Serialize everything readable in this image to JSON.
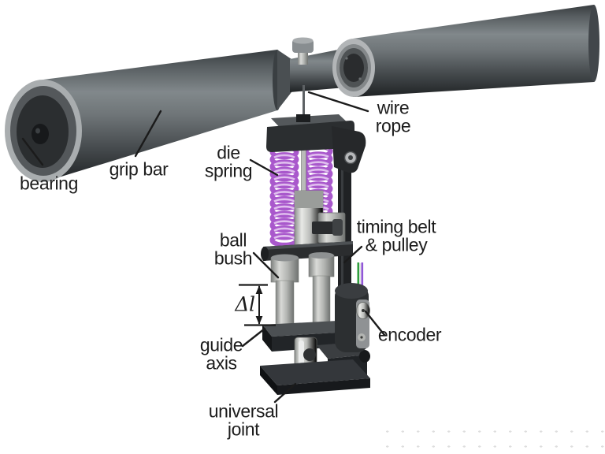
{
  "diagram": {
    "labels": {
      "bearing": "bearing",
      "grip_bar": "grip bar",
      "die_spring": "die\nspring",
      "wire_rope": "wire\nrope",
      "ball_bush": "ball\nbush",
      "timing_belt_pulley": "timing belt\n& pulley",
      "delta_l": "Δl",
      "guide_axis": "guide\naxis",
      "encoder": "encoder",
      "universal_joint": "universal\njoint"
    },
    "colors": {
      "spring": "#a958cc",
      "spring_highlight": "#e0bfee",
      "wire_green": "#2f9e3c",
      "wire_purple": "#9157d8",
      "metal_dark": "#2b2e30",
      "metal_silver": "#c5c6c3",
      "label_text": "#1c1c1c"
    }
  }
}
